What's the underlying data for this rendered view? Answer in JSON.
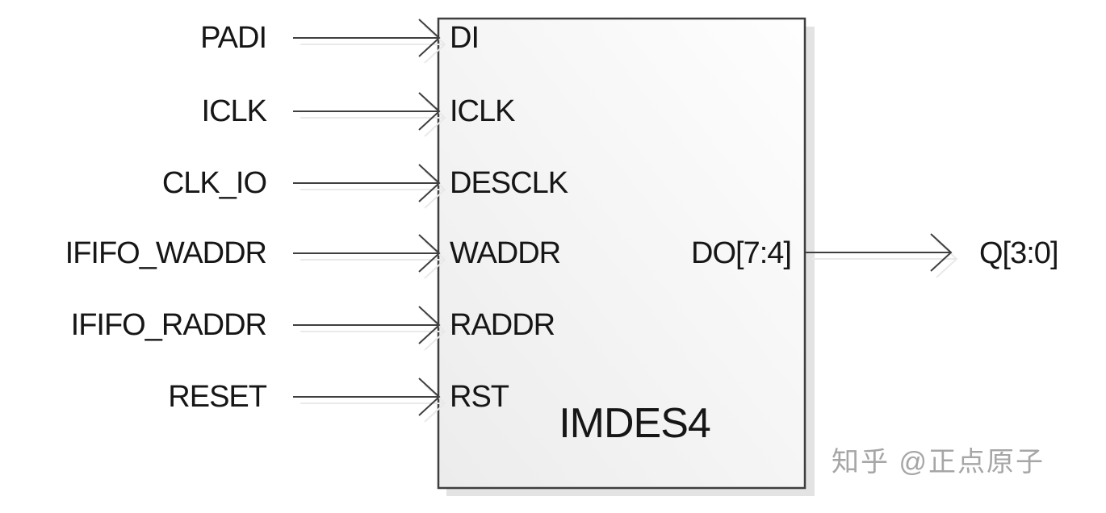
{
  "diagram": {
    "block": {
      "title": "IMDES4"
    },
    "inputs": [
      {
        "signal": "PADI",
        "port": "DI"
      },
      {
        "signal": "ICLK",
        "port": "ICLK"
      },
      {
        "signal": "CLK_IO",
        "port": "DESCLK"
      },
      {
        "signal": "IFIFO_WADDR",
        "port": "WADDR"
      },
      {
        "signal": "IFIFO_RADDR",
        "port": "RADDR"
      },
      {
        "signal": "RESET",
        "port": "RST"
      }
    ],
    "output": {
      "port": "DO[7:4]",
      "signal": "Q[3:0]"
    },
    "colors": {
      "line": "#3f3f3f",
      "arrow_shadow": "#e9e9e9",
      "block_border": "#3f3f3f",
      "block_fill_light": "#fefefe",
      "block_fill_dark": "#ececec",
      "block_shadow": "#e3e3e3",
      "text": "#161616",
      "watermark": "#a6a6a6"
    }
  },
  "watermark": {
    "text": "知乎 @正点原子"
  }
}
